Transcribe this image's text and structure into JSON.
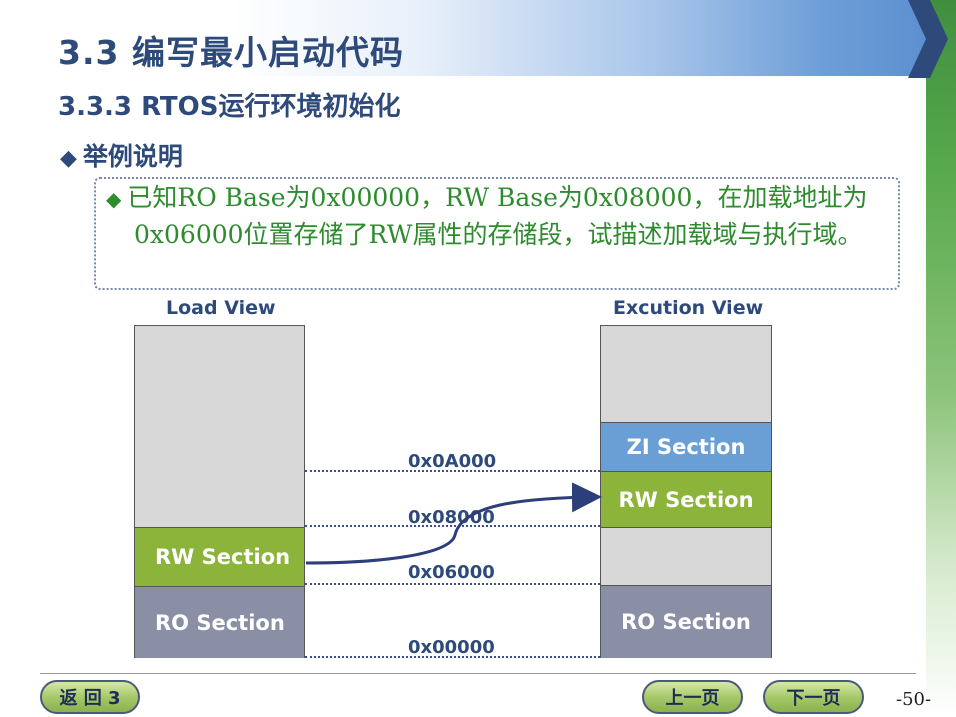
{
  "title": "3.3 编写最小启动代码",
  "subtitle": "3.3.3 RTOS运行环境初始化",
  "bullet": "举例说明",
  "example": "已知RO Base为0x00000，RW Base为0x08000，在加载地址为0x06000位置存储了RW属性的存储段，试描述加载域与执行域。",
  "diagram": {
    "load_view_label": "Load View",
    "exec_view_label": "Excution View",
    "load_sections": {
      "rw": "RW Section",
      "ro": "RO Section"
    },
    "exec_sections": {
      "zi": "ZI Section",
      "rw": "RW Section",
      "ro": "RO Section"
    },
    "addresses": [
      "0x0A000",
      "0x08000",
      "0x06000",
      "0x00000"
    ]
  },
  "nav": {
    "back": "返 回 3",
    "prev": "上一页",
    "next": "下一页"
  },
  "page_number": "-50-",
  "colors": {
    "title": "#2d4a7a",
    "example_text": "#2e8b2e",
    "rw_section": "#8cb43a",
    "ro_section": "#8a8fa6",
    "zi_section": "#6a9fd5"
  }
}
